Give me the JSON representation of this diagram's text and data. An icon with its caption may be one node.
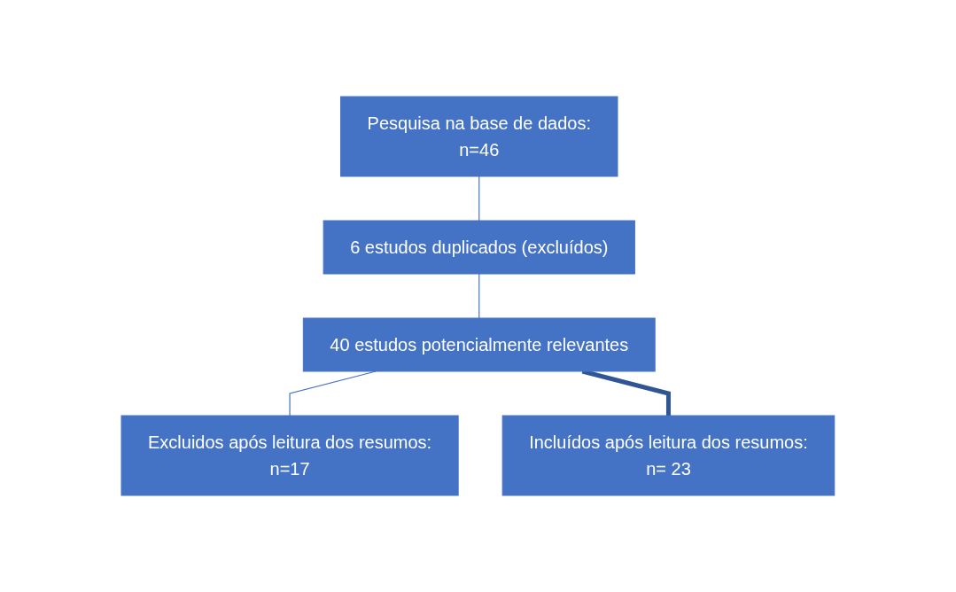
{
  "diagram": {
    "nodes": [
      {
        "text": [
          "Pesquisa na base de dados:",
          "n=46"
        ]
      },
      {
        "text": [
          "6 estudos duplicados (excluídos)"
        ]
      },
      {
        "text": [
          "40 estudos potencialmente relevantes"
        ]
      },
      {
        "text": [
          "Excluidos após leitura dos resumos:",
          "n=17"
        ]
      },
      {
        "text": [
          "Incluídos após leitura dos resumos:",
          "n= 23"
        ]
      }
    ],
    "edges": [
      {
        "from": 0,
        "to": 1,
        "arrow": "none"
      },
      {
        "from": 1,
        "to": 2,
        "arrow": "none"
      },
      {
        "from": 2,
        "to": 3,
        "arrow": "none"
      },
      {
        "from": 2,
        "to": 4,
        "arrow": "none",
        "style": "thick",
        "color": "#2f5597"
      }
    ]
  }
}
